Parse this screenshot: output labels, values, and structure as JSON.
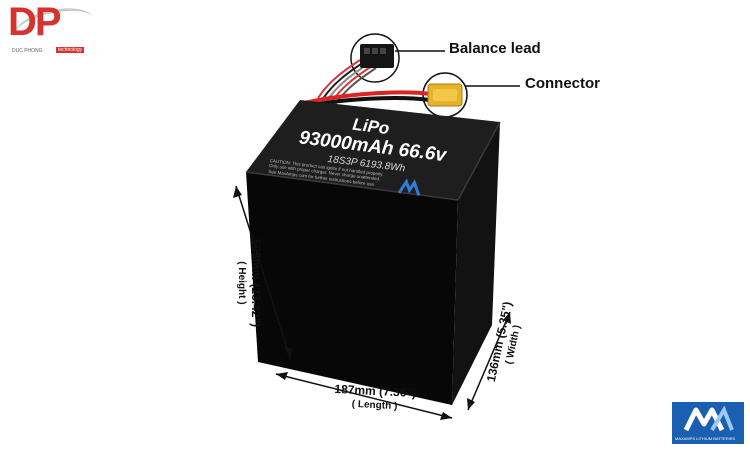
{
  "logo": {
    "letters": "DP",
    "subtitle": "DUC PHONG",
    "badge": "technology"
  },
  "callouts": {
    "balance_lead": "Balance lead",
    "connector": "Connector"
  },
  "battery_label": {
    "chemistry": "LiPo",
    "capacity_voltage": "93000mAh 66.6v",
    "spec": "18S3P 6193.8Wh",
    "caution": "CAUTION: This product can ignite if not handled properly. Only use with proper charger. Never charge unattended. See MaxAmps.com for further instructions before use."
  },
  "dimensions": {
    "length_main": "187mm (7.36\")",
    "length_sub": "( Length )",
    "height_main": "595mm (23.42\")",
    "height_sub": "( Height )",
    "width_main": "136mm (5.35\")",
    "width_sub": "( Width )"
  },
  "brand_logo": {
    "subtitle": "MAXAMPS LITHIUM BATTERIES"
  },
  "colors": {
    "logo_red": "#d6322f",
    "battery_body": "#0b0b0b",
    "connector_yellow": "#e8b12a",
    "brand_blue": "#1a5fb0"
  }
}
